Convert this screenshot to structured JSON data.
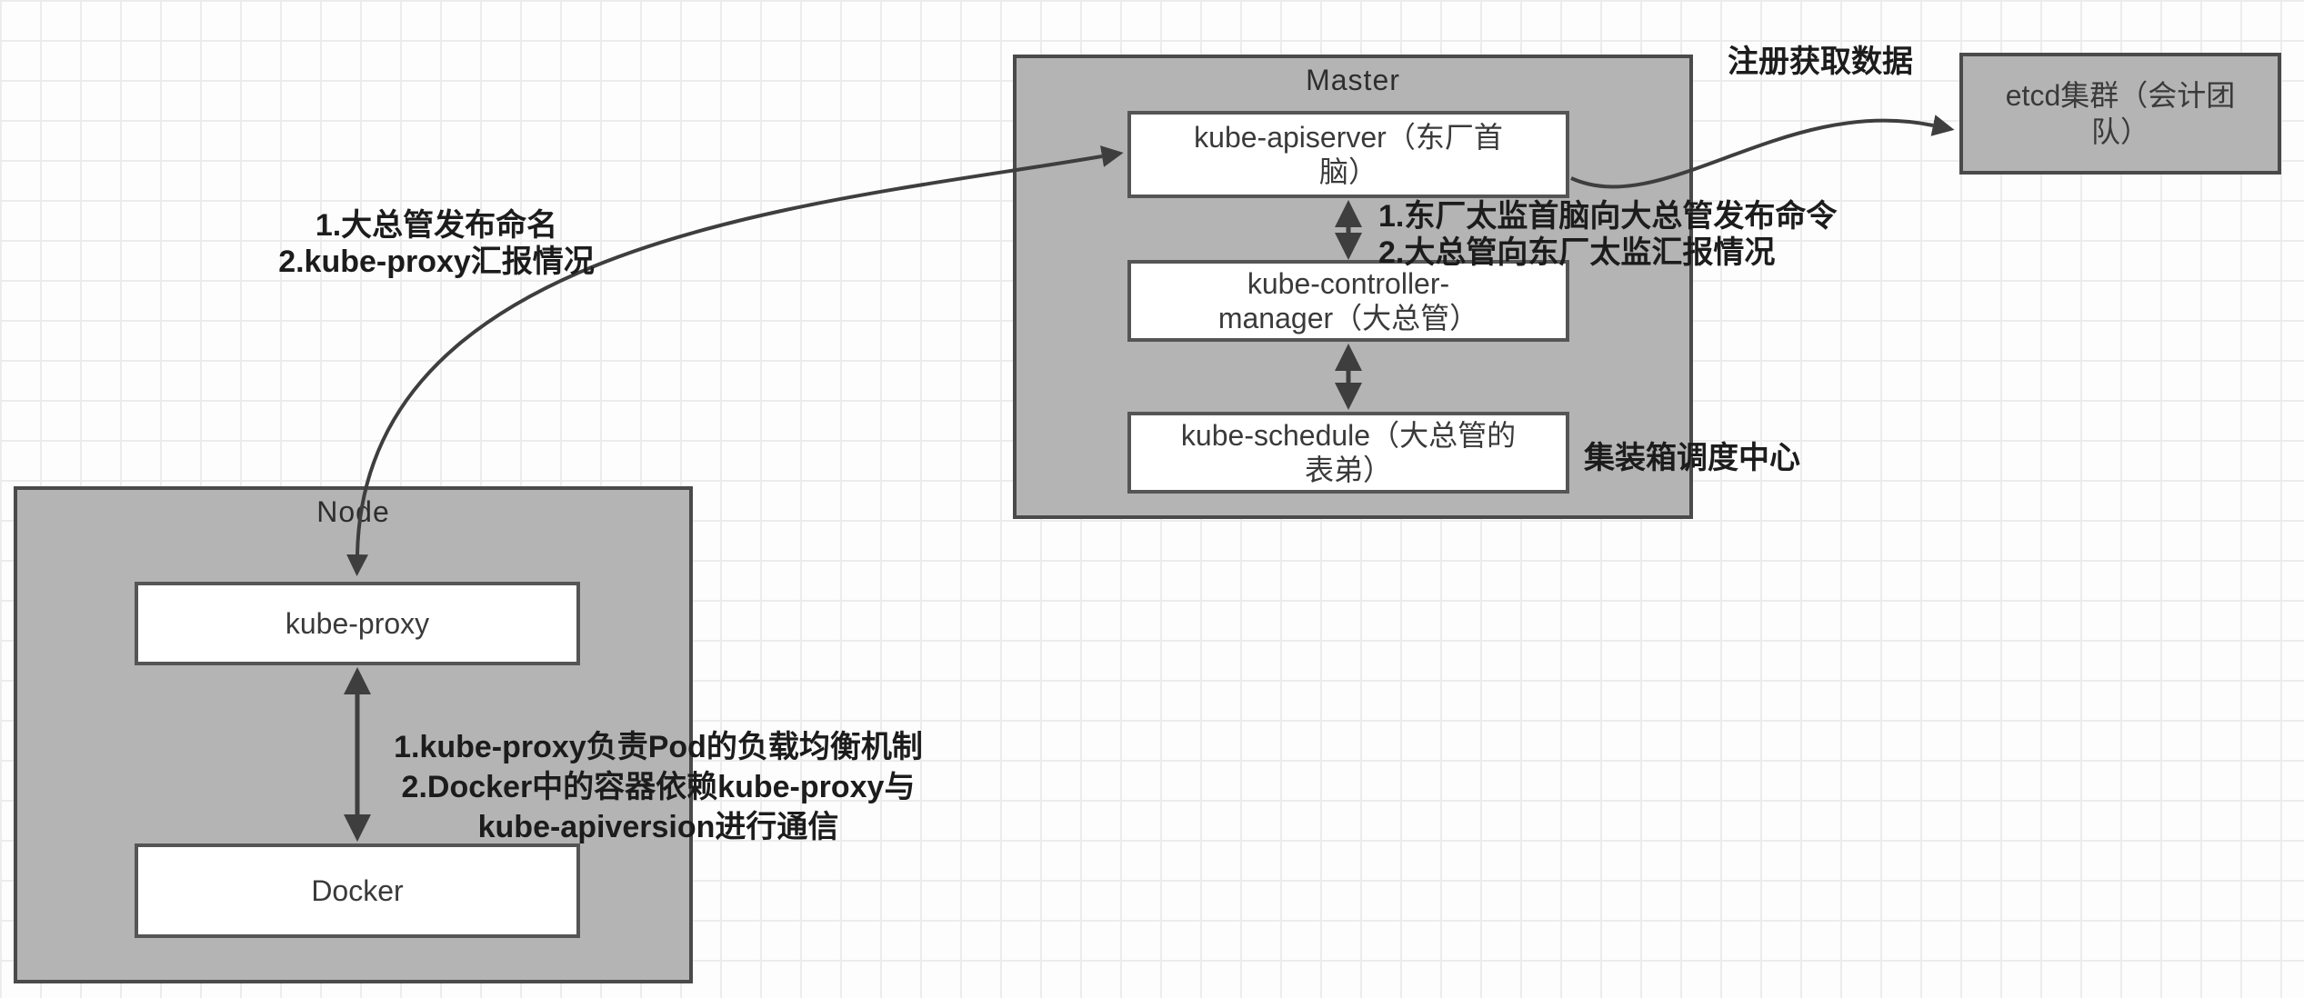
{
  "master": {
    "title": "Master",
    "apiserver_lines": [
      "kube-apiserver（东厂首",
      "脑）"
    ],
    "controller_lines": [
      "kube-controller-",
      "manager（大总管）"
    ],
    "schedule_lines": [
      "kube-schedule（大总管的",
      "表弟）"
    ]
  },
  "node": {
    "title": "Node",
    "kube_proxy_label": "kube-proxy",
    "docker_label": "Docker"
  },
  "etcd": {
    "lines": [
      "etcd集群（会计团",
      "队）"
    ]
  },
  "annotations": {
    "register_label": "注册获取数据",
    "scheduler_note": "集装箱调度中心",
    "master_flow_lines": [
      "1.东厂太监首脑向大总管发布命令",
      "2.大总管向东厂太监汇报情况"
    ],
    "proxy_master_lines": [
      "1.大总管发布命名",
      "2.kube-proxy汇报情况"
    ],
    "node_flow_lines": [
      "1.kube-proxy负责Pod的负载均衡机制",
      "2.Docker中的容器依赖kube-proxy与",
      "kube-apiversion进行通信"
    ]
  },
  "colors": {
    "container_fill": "#b4b4b4",
    "container_border": "#4a4a4a",
    "box_fill": "#ffffff",
    "box_border": "#555555",
    "arrow": "#3e3e3e",
    "text": "#333333"
  }
}
